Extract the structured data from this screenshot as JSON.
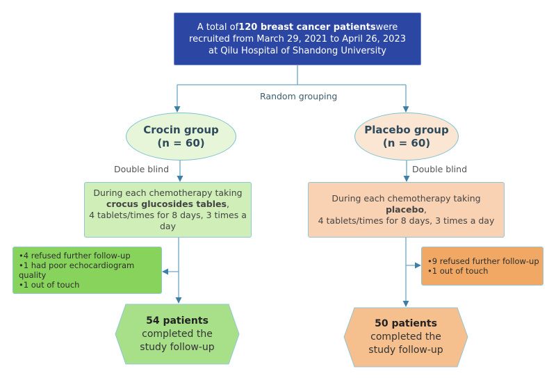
{
  "colors": {
    "header_fill": "#2b47a3",
    "connector": "#4a8db5",
    "crocin_light": "#e7f5d9",
    "crocin_box": "#cfeeb8",
    "crocin_exclusion": "#88d35c",
    "crocin_final": "#a8e08a",
    "placebo_light": "#fbe6d4",
    "placebo_box": "#f8d2b3",
    "placebo_exclusion": "#f0a864",
    "placebo_final": "#f5bf8e"
  },
  "recruitment": {
    "prefix": "A total of",
    "bold": "120 breast cancer patients",
    "suffix": "were",
    "line2": "recruited from March 29, 2021 to April 26, 2023",
    "line3": "at Qilu Hospital of Shandong University"
  },
  "random_label": "Random grouping",
  "arms": {
    "crocin": {
      "group_name": "Crocin group",
      "group_n": "(n = 60)",
      "blinding": "Double blind",
      "treatment_line1": "During each chemotherapy taking",
      "treatment_bold": "crocus glucosides tables",
      "treatment_comma": ",",
      "treatment_line3": "4 tablets/times for 8 days, 3 times a day",
      "exclusions": [
        "•4 refused further follow-up",
        "•1 had poor echocardiogram quality",
        "•1 out of touch"
      ],
      "completed_count": "54 patients",
      "completed_line2": "completed the",
      "completed_line3": "study follow-up"
    },
    "placebo": {
      "group_name": "Placebo group",
      "group_n": "(n = 60)",
      "blinding": "Double blind",
      "treatment_line1": "During each chemotherapy taking",
      "treatment_bold": "placebo",
      "treatment_comma": ",",
      "treatment_line3": "4 tablets/times for 8 days, 3 times a day",
      "exclusions": [
        "•9 refused further follow-up",
        "•1 out of touch"
      ],
      "completed_count": "50 patients",
      "completed_line2": "completed the",
      "completed_line3": "study follow-up"
    }
  }
}
